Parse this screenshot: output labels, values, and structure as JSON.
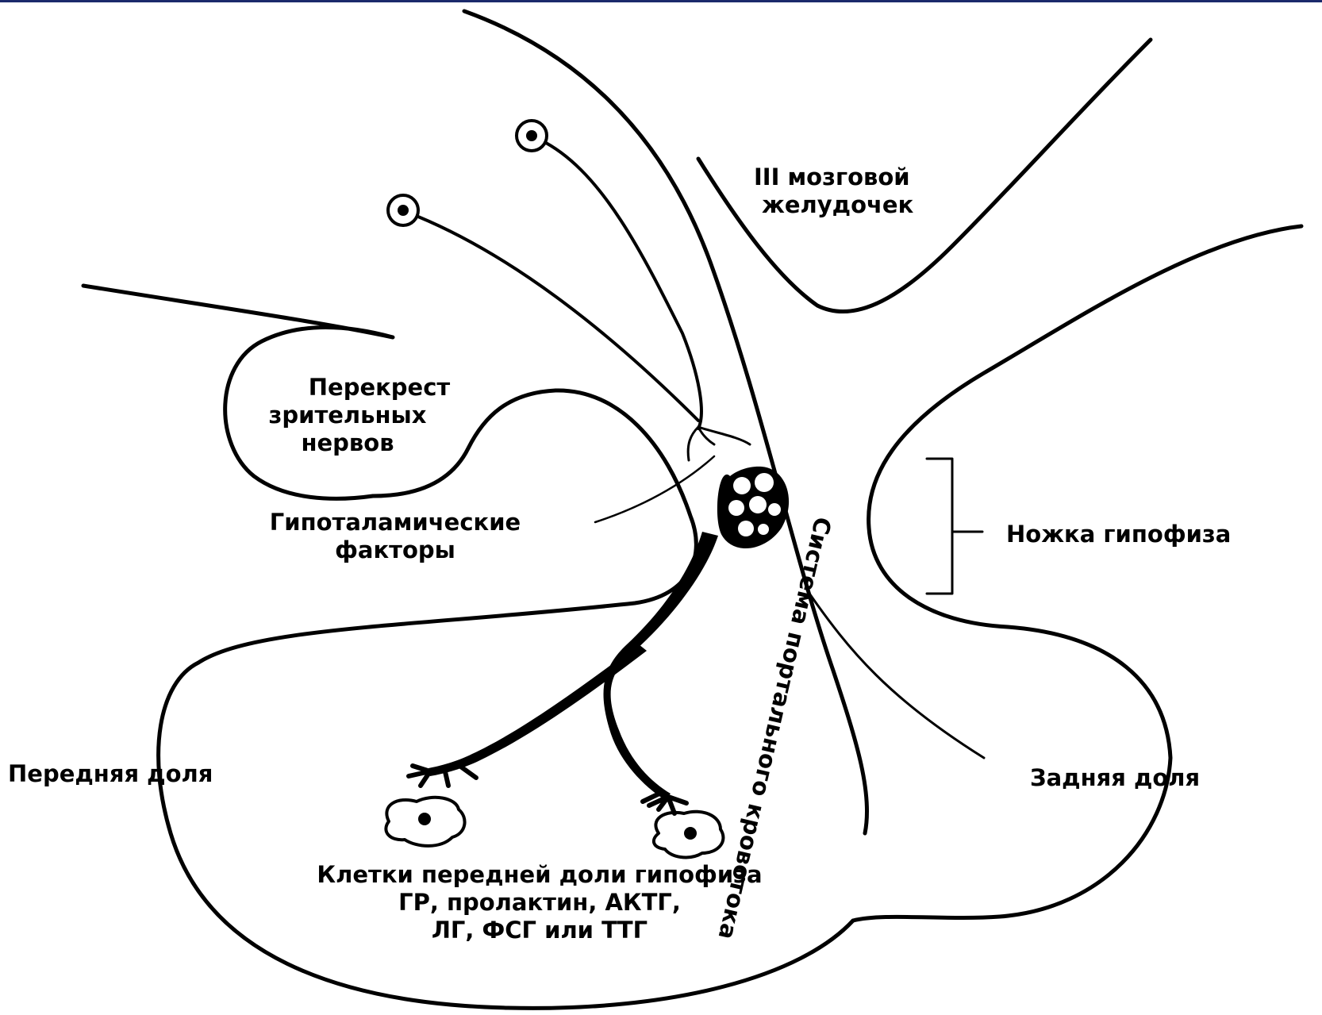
{
  "diagram": {
    "labels": {
      "ventricle_line1": "III мозговой",
      "ventricle_line2": "желудочек",
      "chiasm_line1": "Перекрест",
      "chiasm_line2": "зрительных",
      "chiasm_line3": "нервов",
      "factors_line1": "Гипоталамические",
      "factors_line2": "факторы",
      "stalk": "Ножка гипофиза",
      "anterior_lobe": "Передняя доля",
      "posterior_lobe": "Задняя доля",
      "portal_system": "Система портального кровотока",
      "cells_line1": "Клетки передней доли гипофиза",
      "cells_line2": "ГР, пролактин, АКТГ,",
      "cells_line3": "ЛГ, ФСГ или ТТГ"
    },
    "colors": {
      "ink": "#000000",
      "background": "#ffffff",
      "top_bar": "#1b2a6b"
    }
  }
}
